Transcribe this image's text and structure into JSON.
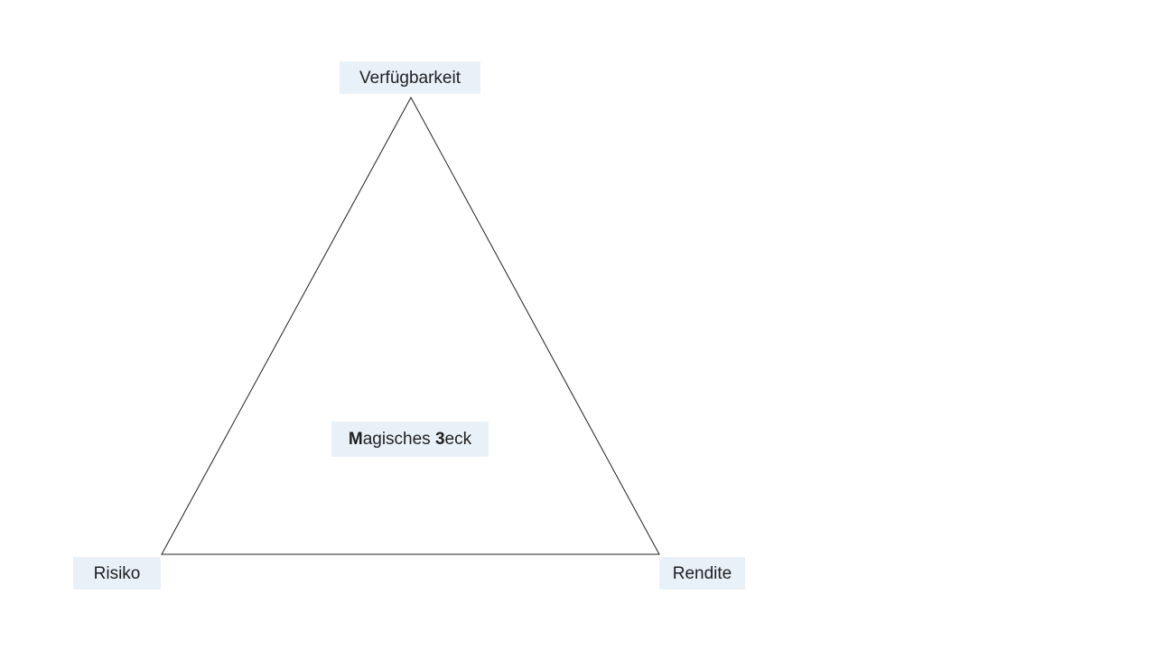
{
  "diagram": {
    "title": "Magisches 3eck",
    "type": "triangle-concept-diagram",
    "vertices": [
      {
        "position": "top",
        "label": "Verfügbarkeit"
      },
      {
        "position": "bottom-left",
        "label": "Risiko"
      },
      {
        "position": "bottom-right",
        "label": "Rendite"
      }
    ],
    "labels": {
      "top": "Verfügbarkeit",
      "bottom_left": "Risiko",
      "bottom_right": "Rendite",
      "center_parts": {
        "bold1": "M",
        "regular1": "agisches ",
        "bold2": "3",
        "regular2": "eck"
      }
    },
    "colors": {
      "label_background": "#e9f1f8",
      "line": "#1f1f1f",
      "text": "#1f1f1f",
      "canvas_background": "#ffffff"
    }
  }
}
